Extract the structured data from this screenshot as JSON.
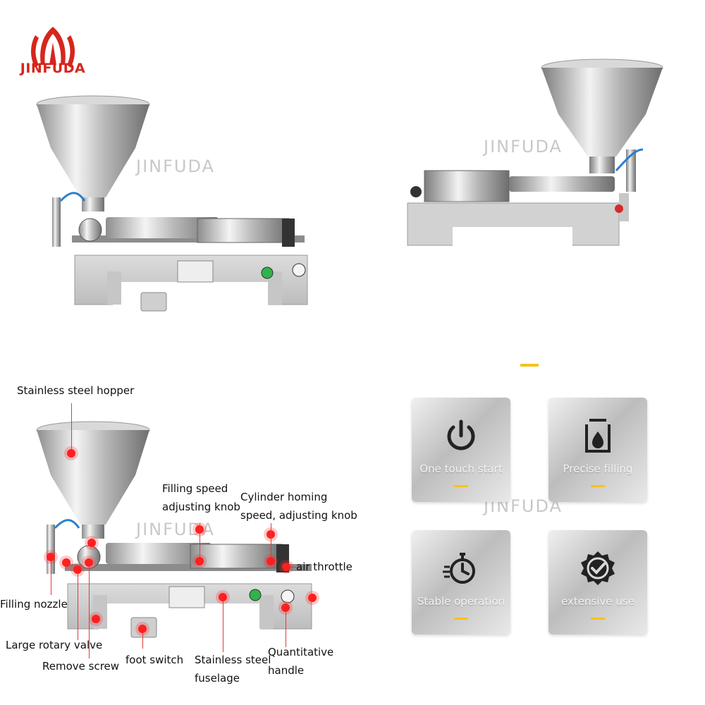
{
  "brand": {
    "logo_text": "JINFUDA",
    "color": "#d6261c"
  },
  "watermark": "JINFUDA",
  "labels": {
    "hopper": "Stainless steel hopper",
    "filling_speed_1": "Filling speed",
    "filling_speed_2": "adjusting knob",
    "cylinder_1": "Cylinder homing",
    "cylinder_2": "speed, adjusting knob",
    "air_throttle": "air throttle",
    "filling_nozzle": "Filling nozzle",
    "rotary_valve": "Large rotary valve",
    "remove_screw": "Remove screw",
    "foot_switch": "foot switch",
    "fuselage_1": "Stainless steel",
    "fuselage_2": "fuselage",
    "handle_1": "Quantitative",
    "handle_2": "handle"
  },
  "features": [
    {
      "label": "One touch start",
      "icon": "power-icon"
    },
    {
      "label": "Precise filling",
      "icon": "drop-container-icon"
    },
    {
      "label": "Stable operation",
      "icon": "stopwatch-icon"
    },
    {
      "label": "extensive use",
      "icon": "badge-check-icon"
    }
  ],
  "colors": {
    "accent": "#f6c21b",
    "marker": "#ff1f1f"
  }
}
